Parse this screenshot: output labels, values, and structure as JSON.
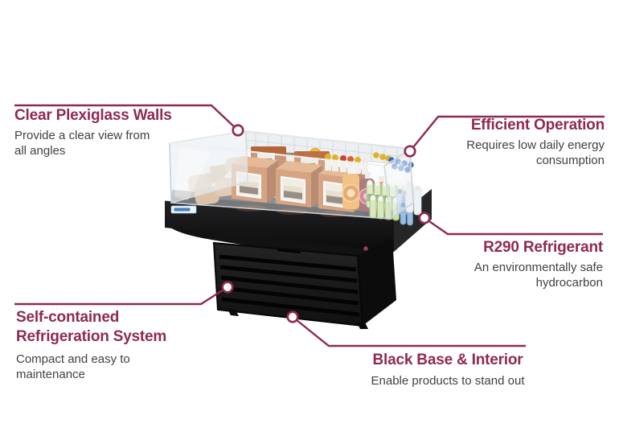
{
  "page": {
    "type": "product-feature-infographic",
    "subject": "island refrigerated display case",
    "background": "#ffffff"
  },
  "colors": {
    "accent": "#8e2a52",
    "description_text": "#414143",
    "product_black": "#141414",
    "glass_edge": "#cbd1d5"
  },
  "callouts": [
    {
      "id": "plexiglass-walls",
      "title": "Clear Plexiglass Walls",
      "description": "Provide a clear view from all angles"
    },
    {
      "id": "efficient-operation",
      "title": "Efficient Operation",
      "description": "Requires low daily energy consumption"
    },
    {
      "id": "r290-refrigerant",
      "title": "R290 Refrigerant",
      "description": "An environmentally safe hydrocarbon"
    },
    {
      "id": "self-contained-refrigeration",
      "title": "Self-contained Refrigeration System",
      "description": "Compact and easy to maintenance"
    },
    {
      "id": "black-base-interior",
      "title": "Black Base & Interior",
      "description": "Enable products to stand out"
    }
  ]
}
